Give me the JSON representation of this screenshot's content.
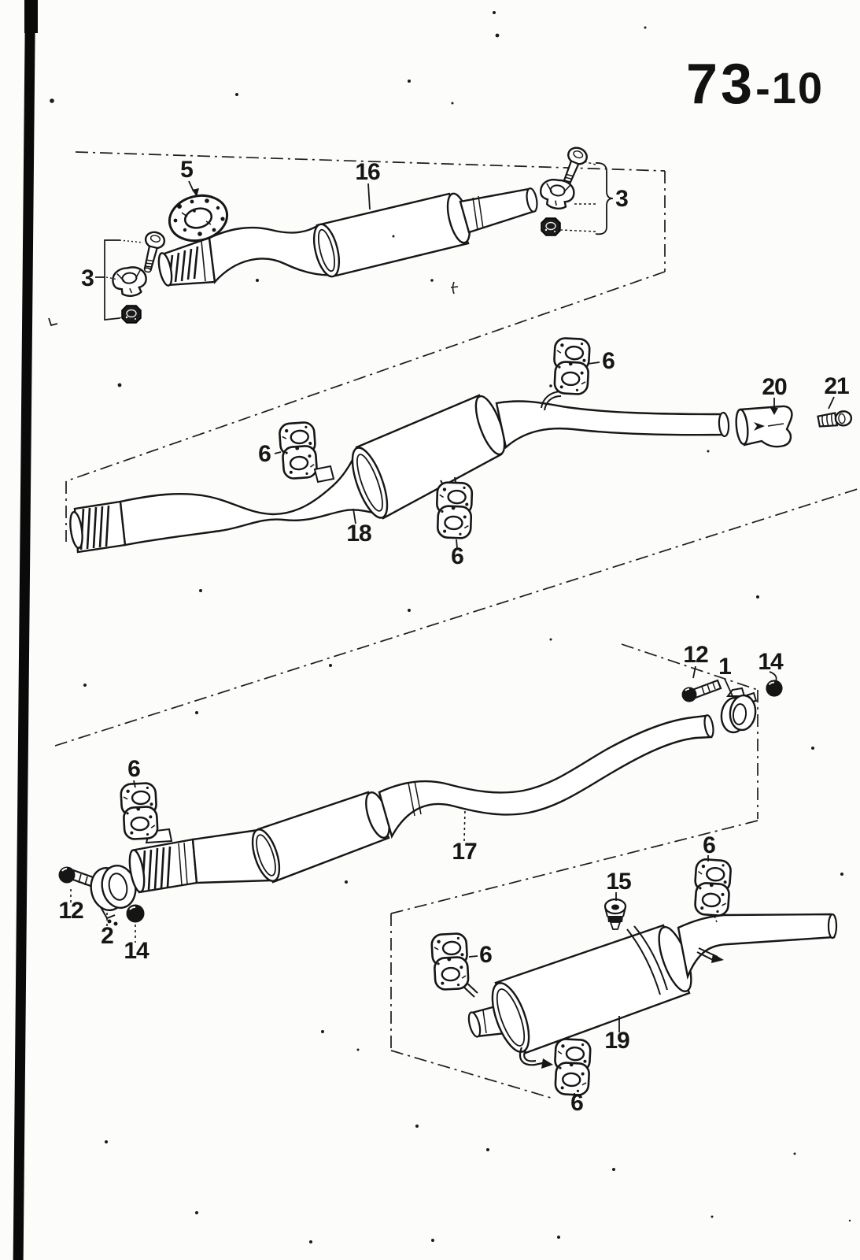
{
  "page": {
    "code_major": "73",
    "code_minor": "-10",
    "ink_color": "#161616",
    "paper_color": "#fcfcfa"
  },
  "callouts": [
    {
      "id": "gasket",
      "label": "5"
    },
    {
      "id": "front-silencer",
      "label": "16"
    },
    {
      "id": "clamp-kit-left",
      "label": "3"
    },
    {
      "id": "clamp-kit-right",
      "label": "3"
    },
    {
      "id": "mount-a",
      "label": "6"
    },
    {
      "id": "mount-b",
      "label": "6"
    },
    {
      "id": "center-silencer",
      "label": "18"
    },
    {
      "id": "mount-c",
      "label": "6"
    },
    {
      "id": "tailpipe-tip",
      "label": "20"
    },
    {
      "id": "tip-bolt",
      "label": "21"
    },
    {
      "id": "bolt-right",
      "label": "12"
    },
    {
      "id": "pipe-clamp",
      "label": "1"
    },
    {
      "id": "ball-nut-right",
      "label": "14"
    },
    {
      "id": "connecting-pipe",
      "label": "17"
    },
    {
      "id": "mount-d",
      "label": "6"
    },
    {
      "id": "bolt-left",
      "label": "12"
    },
    {
      "id": "band-clamp",
      "label": "2"
    },
    {
      "id": "ball-nut-left",
      "label": "14"
    },
    {
      "id": "plug",
      "label": "15"
    },
    {
      "id": "mount-e",
      "label": "6"
    },
    {
      "id": "mount-f",
      "label": "6"
    },
    {
      "id": "rear-silencer",
      "label": "19"
    },
    {
      "id": "mount-g",
      "label": "6"
    }
  ]
}
